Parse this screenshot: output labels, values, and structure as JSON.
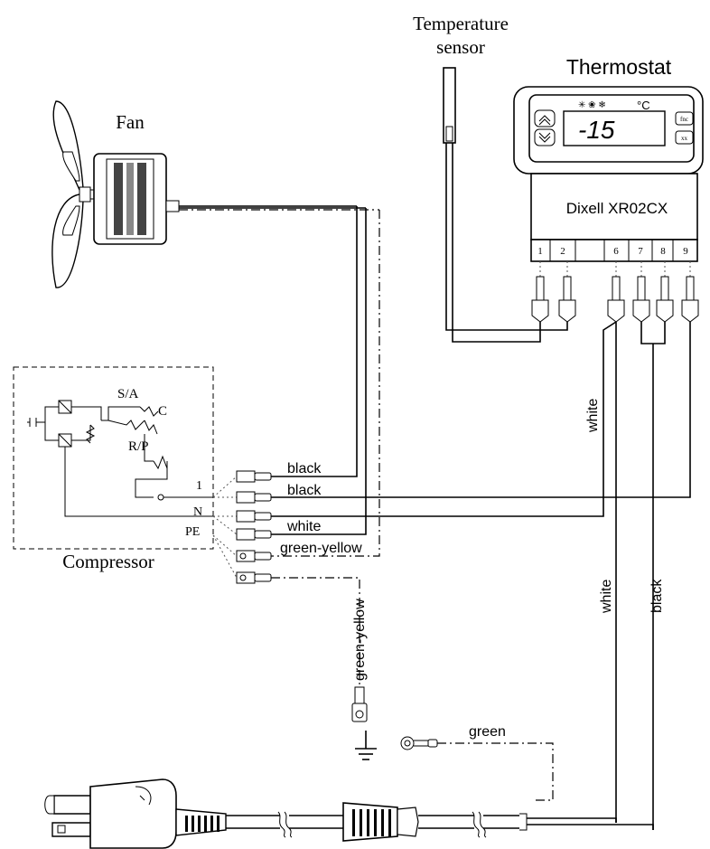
{
  "labels": {
    "temperature_sensor_line1": "Temperature",
    "temperature_sensor_line2": "sensor",
    "thermostat": "Thermostat",
    "fan": "Fan",
    "compressor": "Compressor",
    "model": "Dixell XR02CX",
    "display": "-15",
    "display_unit": "°C",
    "btn_fnc": "fnc",
    "btn_xx": "xx",
    "terminals": [
      "1",
      "2",
      "6",
      "7",
      "8",
      "9"
    ],
    "comp_sa": "S/A",
    "comp_c": "C",
    "comp_rp": "R/P",
    "comp_1": "1",
    "comp_n": "N",
    "comp_pe": "PE"
  },
  "wires": {
    "black_1": "black",
    "black_2": "black",
    "white_1": "white",
    "green_yellow_1": "green-yellow",
    "white_vertical_top": "white",
    "white_vertical_mid": "white",
    "black_vertical": "black",
    "green_yellow_ground": "green-yellow",
    "green": "green"
  }
}
